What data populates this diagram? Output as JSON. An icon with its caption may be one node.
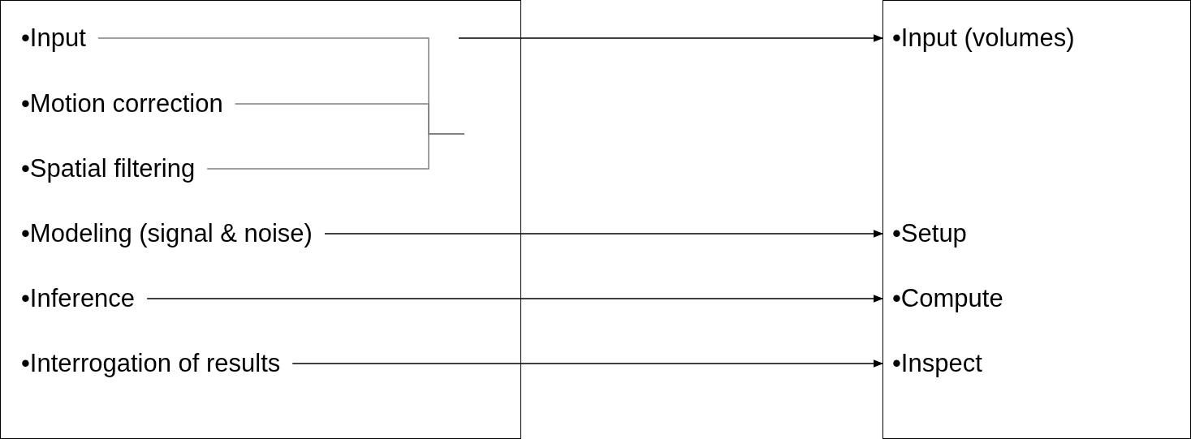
{
  "diagram": {
    "nodes": [
      {
        "text": [],
        "shape": "box"
      },
      {
        "text": [
          "•Input"
        ],
        "in": 0
      },
      {
        "text": [
          "•Motion correction"
        ],
        "in": 0
      },
      {
        "text": [
          "•Spatial filtering"
        ],
        "in": 0
      },
      {
        "text": [
          "•Modeling (signal & noise)"
        ],
        "in": 0
      },
      {
        "text": [
          "•Inference"
        ],
        "in": 0
      },
      {
        "text": [
          "•Interrogation of results"
        ],
        "in": 0
      },
      {
        "text": [],
        "shape": "box"
      },
      {
        "text": [
          "•Input (volumes)"
        ],
        "in": 7
      },
      {
        "text": [
          "•Setup"
        ],
        "in": 7
      },
      {
        "text": [
          "•Compute"
        ],
        "in": 7
      },
      {
        "text": [
          "•Inspect"
        ],
        "in": 7
      }
    ],
    "edges": [
      {
        "from": 1,
        "to": null,
        "arrow": "none",
        "color": "#808080"
      },
      {
        "from": 2,
        "to": null,
        "arrow": "none",
        "color": "#808080"
      },
      {
        "from": 3,
        "to": null,
        "arrow": "none",
        "color": "#808080"
      },
      {
        "from": null,
        "to": 8,
        "arrow": "to"
      },
      {
        "from": 4,
        "to": 9,
        "arrow": "to"
      },
      {
        "from": 5,
        "to": 10,
        "arrow": "to"
      },
      {
        "from": 6,
        "to": 11,
        "arrow": "to"
      }
    ]
  }
}
